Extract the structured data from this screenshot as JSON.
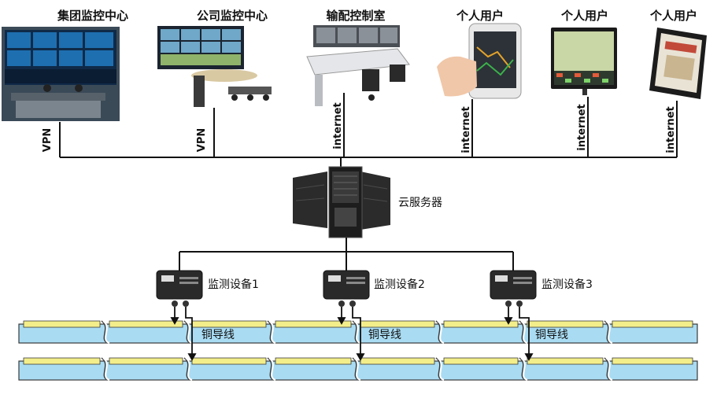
{
  "top_nodes": [
    {
      "label": "集团监控中心",
      "link": "VPN"
    },
    {
      "label": "公司监控中心",
      "link": "VPN"
    },
    {
      "label": "输配控制室",
      "link": "internet"
    },
    {
      "label": "个人用户",
      "link": "internet"
    },
    {
      "label": "个人用户",
      "link": "internet"
    },
    {
      "label": "个人用户",
      "link": "internet"
    }
  ],
  "server": {
    "label": "云服务器"
  },
  "devices": [
    {
      "label": "监测设备1"
    },
    {
      "label": "监测设备2"
    },
    {
      "label": "监测设备3"
    }
  ],
  "conductor_label": "铜导线",
  "colors": {
    "line": "#111111",
    "cable_outer": "#a9dcf3",
    "cable_inner": "#f3ee8a",
    "cable_border": "#3a3a3a"
  }
}
